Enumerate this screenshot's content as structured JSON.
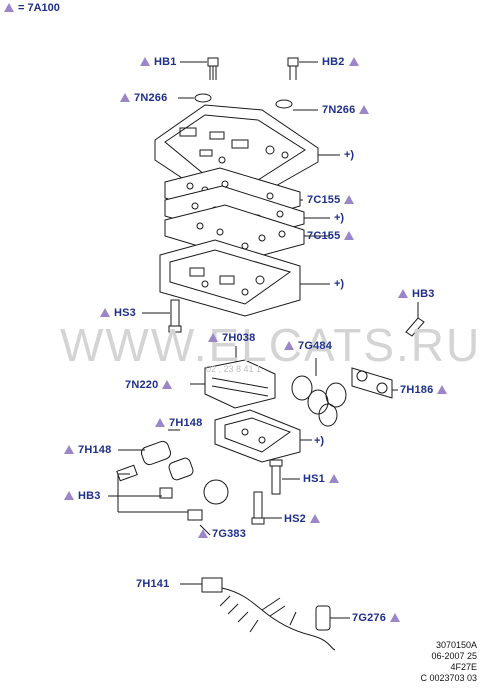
{
  "header": {
    "label": "= 7A100"
  },
  "watermark": "WWW.ELCATS.RU",
  "watermark_small": "02 , 23 8 41 1",
  "colors": {
    "label": "#1e2f8c",
    "triangle": "#9b86c9",
    "line": "#1a1a1a"
  },
  "labels": {
    "hb1": "HB1",
    "hb2": "HB2",
    "n266_left": "7N266",
    "n266_right": "7N266",
    "c155_a": "7C155",
    "c155_b": "7C155",
    "hs3": "HS3",
    "hb3_right": "HB3",
    "h038": "7H038",
    "g484": "7G484",
    "n220": "7N220",
    "h186": "7H186",
    "h148_top": "7H148",
    "h148_left": "7H148",
    "hs1": "HS1",
    "hb3_left": "HB3",
    "hs2": "HS2",
    "g383": "7G383",
    "h141": "7H141",
    "g276": "7G276"
  },
  "plus_marks": {
    "p1": "+)",
    "p2": "+)",
    "p3": "+)",
    "p4": "+)"
  },
  "info": {
    "line1": "3070150A",
    "line2": "06-2007 25",
    "line3": "4F27E",
    "line4": "C 0023703 03"
  }
}
